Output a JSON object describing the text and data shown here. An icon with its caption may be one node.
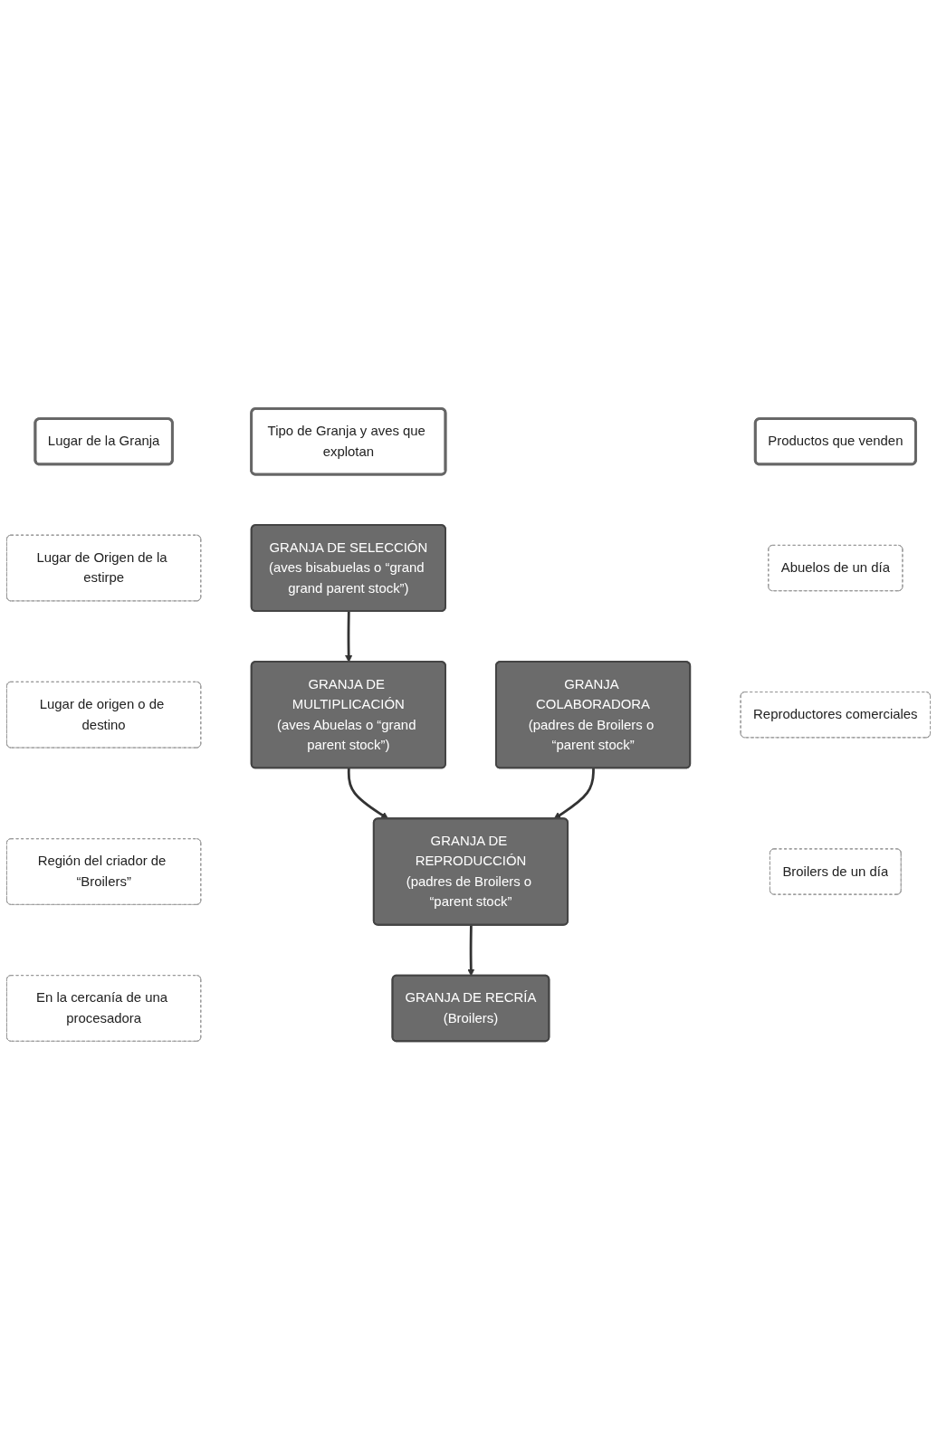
{
  "diagram": {
    "nodes": [
      {
        "text": [
          "Lugar de la Granja"
        ]
      },
      {
        "text": [
          "Tipo de Granja y aves que explotan"
        ]
      },
      {
        "text": [
          "Productos que venden"
        ]
      },
      {
        "text": [
          "Lugar de Origen de la estirpe"
        ]
      },
      {
        "text": [
          "GRANJA DE SELECCIÓN",
          "(aves bisabuelas o “grand grand parent stock”)"
        ]
      },
      {
        "text": [
          "Abuelos de un día"
        ]
      },
      {
        "text": [
          "Lugar de origen o de destino"
        ]
      },
      {
        "text": [
          "GRANJA DE MULTIPLICACIÓN",
          "(aves Abuelas o “grand parent stock”)"
        ]
      },
      {
        "text": [
          "Reproductores comerciales"
        ]
      },
      {
        "text": [
          "Región del criador de “Broilers”"
        ]
      },
      {
        "text": [
          "GRANJA DE REPRODUCCIÓN",
          "(padres de Broilers o “parent stock”"
        ]
      },
      {
        "text": [
          "GRANJA COLABORADORA",
          "(padres de Broilers o “parent stock”"
        ]
      },
      {
        "text": [
          "Broilers de un día"
        ]
      },
      {
        "text": [
          "En la cercanía de una procesadora"
        ]
      },
      {
        "text": [
          "GRANJA DE RECRÍA",
          "(Broilers)"
        ]
      }
    ],
    "edges": [
      {
        "from": 4,
        "to": 7,
        "arrow": "to"
      },
      {
        "from": 7,
        "to": 10,
        "arrow": "to"
      },
      {
        "from": 11,
        "to": 10,
        "arrow": "to"
      },
      {
        "from": 10,
        "to": 14,
        "arrow": "to"
      }
    ]
  }
}
